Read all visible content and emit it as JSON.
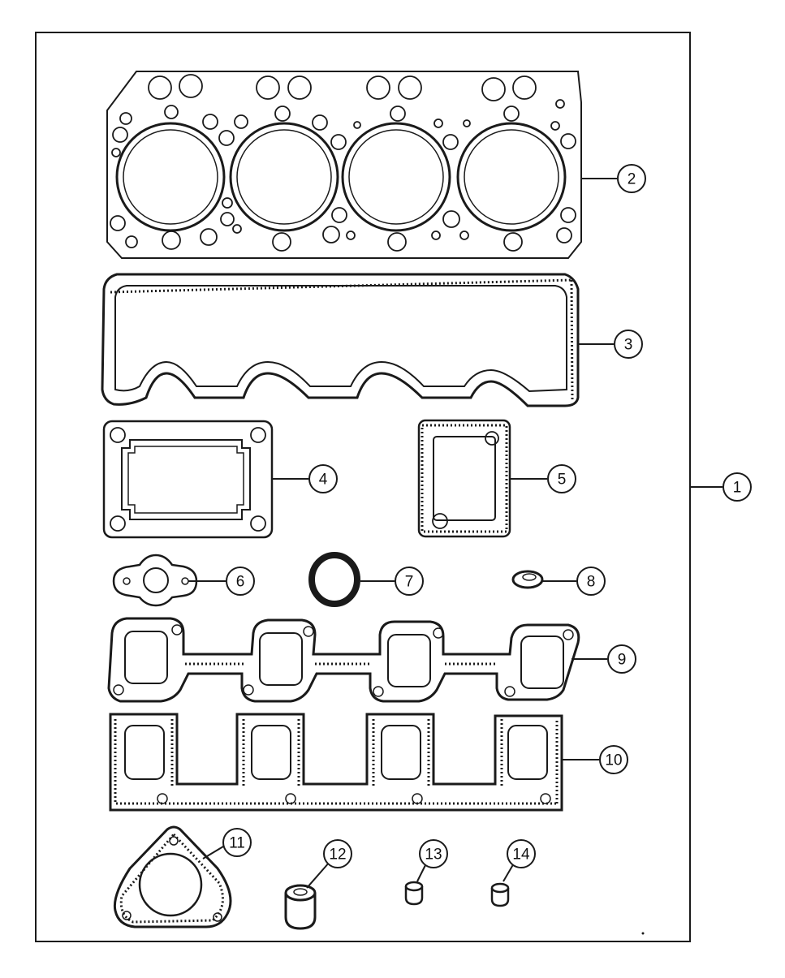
{
  "diagram": {
    "parts": [
      {
        "number": "1",
        "part": "gasket-kit"
      },
      {
        "number": "2",
        "part": "cylinder-head-gasket"
      },
      {
        "number": "3",
        "part": "valve-cover-gasket"
      },
      {
        "number": "4",
        "part": "rectangular-cover-gasket"
      },
      {
        "number": "5",
        "part": "small-cover-gasket"
      },
      {
        "number": "6",
        "part": "flange-gasket"
      },
      {
        "number": "7",
        "part": "oil-seal-ring"
      },
      {
        "number": "8",
        "part": "grommet"
      },
      {
        "number": "9",
        "part": "exhaust-manifold-gasket"
      },
      {
        "number": "10",
        "part": "intake-manifold-gasket"
      },
      {
        "number": "11",
        "part": "triangular-flange-gasket"
      },
      {
        "number": "12",
        "part": "valve-stem-seal-large"
      },
      {
        "number": "13",
        "part": "valve-stem-seal-small"
      },
      {
        "number": "14",
        "part": "valve-stem-seal-small"
      }
    ]
  }
}
